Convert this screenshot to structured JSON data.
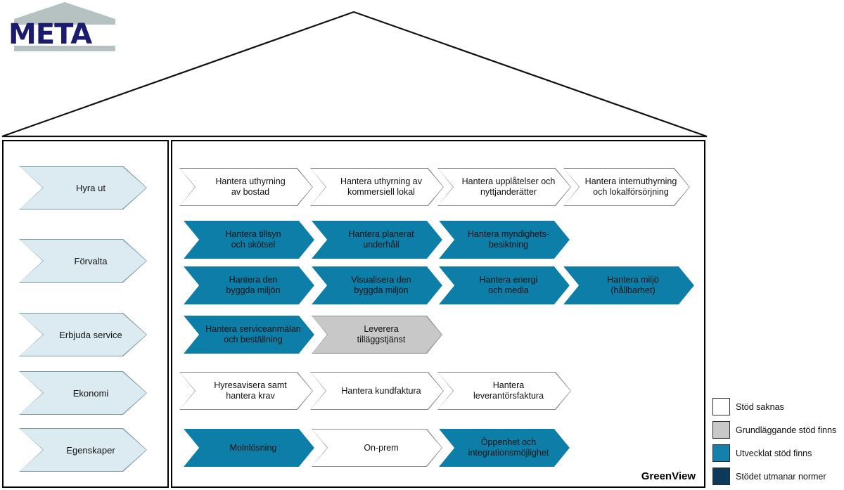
{
  "logo": {
    "text": "META",
    "icon": "temple-pediment-icon",
    "colors": {
      "word": "#1c1c6e",
      "pediment": "#b6c2c2"
    }
  },
  "diagram": {
    "footer_label": "GreenView",
    "roof_icon": "house-roof-triangle"
  },
  "sidebar": {
    "items": [
      {
        "label": "Hyra ut"
      },
      {
        "label": "Förvalta"
      },
      {
        "label": "Erbjuda service"
      },
      {
        "label": "Ekonomi"
      },
      {
        "label": "Egenskaper"
      }
    ]
  },
  "palette": {
    "none": "#ffffff",
    "basic": "#c8c8c8",
    "developed": "#0c7ea8",
    "challenging": "#0d3a5c",
    "sidebar_fill": "#dcebf1",
    "outline": "#8a8a8a"
  },
  "main": {
    "rows": [
      {
        "row": 1,
        "cells": [
          {
            "label": "Hantera uthyrning av bostad",
            "lines": [
              "Hantera uthyrning",
              "av bostad"
            ],
            "status": "none"
          },
          {
            "label": "Hantera uthyrning av kommersiell lokal",
            "lines": [
              "Hantera uthyrning av",
              "kommersiell lokal"
            ],
            "status": "none"
          },
          {
            "label": "Hantera upplåtelser och nyttjanderätter",
            "lines": [
              "Hantera upplåtelser och",
              "nyttjanderätter"
            ],
            "status": "none"
          },
          {
            "label": "Hantera internuthyrning och lokalförsörjning",
            "lines": [
              "Hantera internuthyrning",
              "och lokalförsörjning"
            ],
            "status": "none"
          }
        ]
      },
      {
        "row": 2,
        "cells": [
          {
            "label": "Hantera tillsyn och skötsel",
            "lines": [
              "Hantera tillsyn",
              "och skötsel"
            ],
            "status": "developed"
          },
          {
            "label": "Hantera planerat underhåll",
            "lines": [
              "Hantera planerat",
              "underhåll"
            ],
            "status": "developed"
          },
          {
            "label": "Hantera myndighetsbesiktning",
            "lines": [
              "Hantera myndighets-",
              "besiktning"
            ],
            "status": "developed"
          }
        ]
      },
      {
        "row": 3,
        "cells": [
          {
            "label": "Hantera den byggda miljön",
            "lines": [
              "Hantera den",
              "byggda miljön"
            ],
            "status": "developed"
          },
          {
            "label": "Visualisera den byggda miljön",
            "lines": [
              "Visualisera den",
              "byggda miljön"
            ],
            "status": "developed"
          },
          {
            "label": "Hantera energi och media",
            "lines": [
              "Hantera energi",
              "och media"
            ],
            "status": "developed"
          },
          {
            "label": "Hantera miljö (hållbarhet)",
            "lines": [
              "Hantera miljö",
              "(hållbarhet)"
            ],
            "status": "developed"
          }
        ]
      },
      {
        "row": 4,
        "cells": [
          {
            "label": "Hantera serviceanmälan och beställning",
            "lines": [
              "Hantera serviceanmälan",
              "och beställning"
            ],
            "status": "developed"
          },
          {
            "label": "Leverera tilläggstjänst",
            "lines": [
              "Leverera",
              "tilläggstjänst"
            ],
            "status": "basic"
          }
        ]
      },
      {
        "row": 5,
        "cells": [
          {
            "label": "Hyresavisera samt hantera krav",
            "lines": [
              "Hyresavisera samt",
              "hantera krav"
            ],
            "status": "none"
          },
          {
            "label": "Hantera kundfaktura",
            "lines": [
              "Hantera kundfaktura"
            ],
            "status": "none"
          },
          {
            "label": "Hantera leverantörsfaktura",
            "lines": [
              "Hantera",
              "leverantörsfaktura"
            ],
            "status": "none"
          }
        ]
      },
      {
        "row": 6,
        "cells": [
          {
            "label": "Molnlösning",
            "lines": [
              "Molnlösning"
            ],
            "status": "developed"
          },
          {
            "label": "On-prem",
            "lines": [
              "On-prem"
            ],
            "status": "none"
          },
          {
            "label": "Öppenhet och integrationsmöjlighet",
            "lines": [
              "Öppenhet och",
              "integrationsmöjlighet"
            ],
            "status": "developed"
          }
        ]
      }
    ]
  },
  "legend": {
    "items": [
      {
        "label": "Stöd saknas",
        "color": "#ffffff"
      },
      {
        "label": "Grundläggande stöd finns",
        "color": "#c8c8c8"
      },
      {
        "label": "Utvecklat stöd finns",
        "color": "#1580ac"
      },
      {
        "label": "Stödet utmanar normer",
        "color": "#0d3a5c"
      }
    ]
  }
}
